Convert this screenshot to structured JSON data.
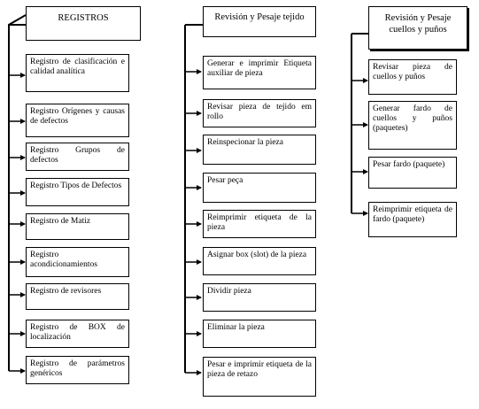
{
  "columns": [
    {
      "header": "REGISTROS",
      "items": [
        "Registro de clasificación e calidad analítica",
        "Registro Orígenes y causas de defectos",
        "Registro Grupos de defectos",
        "Registro Tipos de Defectos",
        "Registro de Matiz",
        "Registro acondicionamientos",
        "Registro de revisores",
        "Registro de BOX de localización",
        "Registro de parámetros genéricos"
      ]
    },
    {
      "header": "Revisión y Pesaje tejido",
      "items": [
        "Generar e imprimir Etiqueta auxiliar de pieza",
        "Revisar pieza de tejido em rollo",
        "Reinspecionar la pieza",
        "Pesar peça",
        "Reimprimir etiqueta de la pieza",
        "Asignar box (slot) de la pieza",
        "Dividir pieza",
        "Eliminar la pieza",
        "Pesar e imprimir etiqueta de la pieza de retazo"
      ]
    },
    {
      "header": "Revisión y Pesaje cuellos y puños",
      "items": [
        "Revisar pieza de cuellos y puños",
        "Generar fardo de cuellos y puños (paquetes)",
        "Pesar fardo (paquete)",
        "Reimprimir etiqueta de fardo (paquete)"
      ]
    }
  ]
}
